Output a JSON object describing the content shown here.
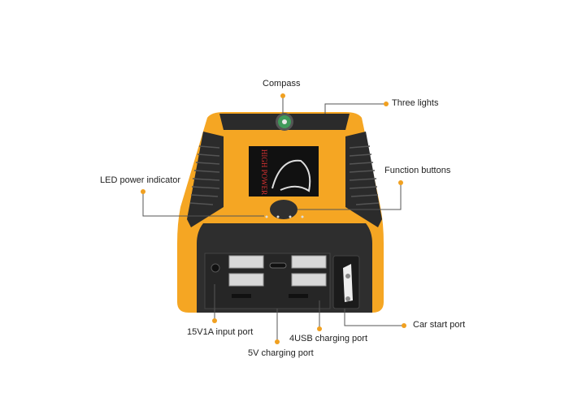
{
  "device": {
    "screen_text": "HIGH POWER",
    "colors": {
      "body": "#f5a623",
      "rubber": "#2b2b2b",
      "callout_dot": "#f0a020",
      "line": "#555555"
    }
  },
  "callouts": {
    "compass": "Compass",
    "three_lights": "Three lights",
    "function_buttons": "Function buttons",
    "led_power_indicator": "LED power indicator",
    "input_port": "15V1A input port",
    "five_v_port": "5V charging port",
    "usb_port": "4USB charging port",
    "car_start_port": "Car start port"
  }
}
